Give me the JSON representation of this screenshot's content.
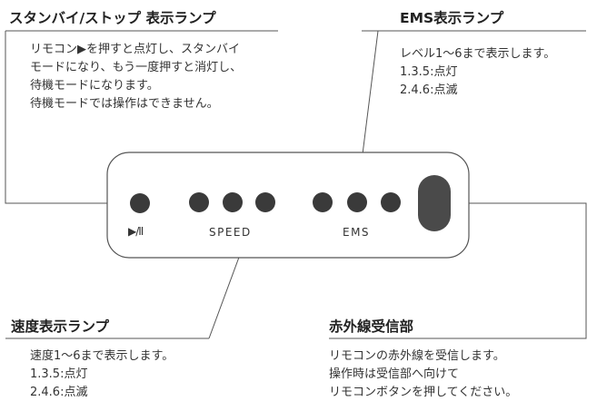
{
  "standby": {
    "heading": "スタンバイ/ストップ 表示ランプ",
    "lines": [
      "リモコン▶を押すと点灯し、スタンバイ",
      "モードになり、もう一度押すと消灯し、",
      "待機モードになります。",
      "待機モードでは操作はできません。"
    ]
  },
  "ems": {
    "heading": "EMS表示ランプ",
    "lines": [
      "レベル1～6まで表示します。",
      "1.3.5:点灯",
      "2.4.6:点滅"
    ]
  },
  "speed": {
    "heading": "速度表示ランプ",
    "lines": [
      "速度1～6まで表示します。",
      "1.3.5:点灯",
      "2.4.6:点滅"
    ]
  },
  "receiver": {
    "heading": "赤外線受信部",
    "lines": [
      "リモコンの赤外線を受信します。",
      "操作時は受信部へ向けて",
      "リモコンボタンを押してください。"
    ]
  },
  "panel": {
    "play_pause_symbol": "▶/II",
    "speed_label": "SPEED",
    "ems_label": "EMS"
  },
  "colors": {
    "lamp": "#3a3a3a",
    "receiver": "#4a4a4a",
    "line": "#555555"
  }
}
